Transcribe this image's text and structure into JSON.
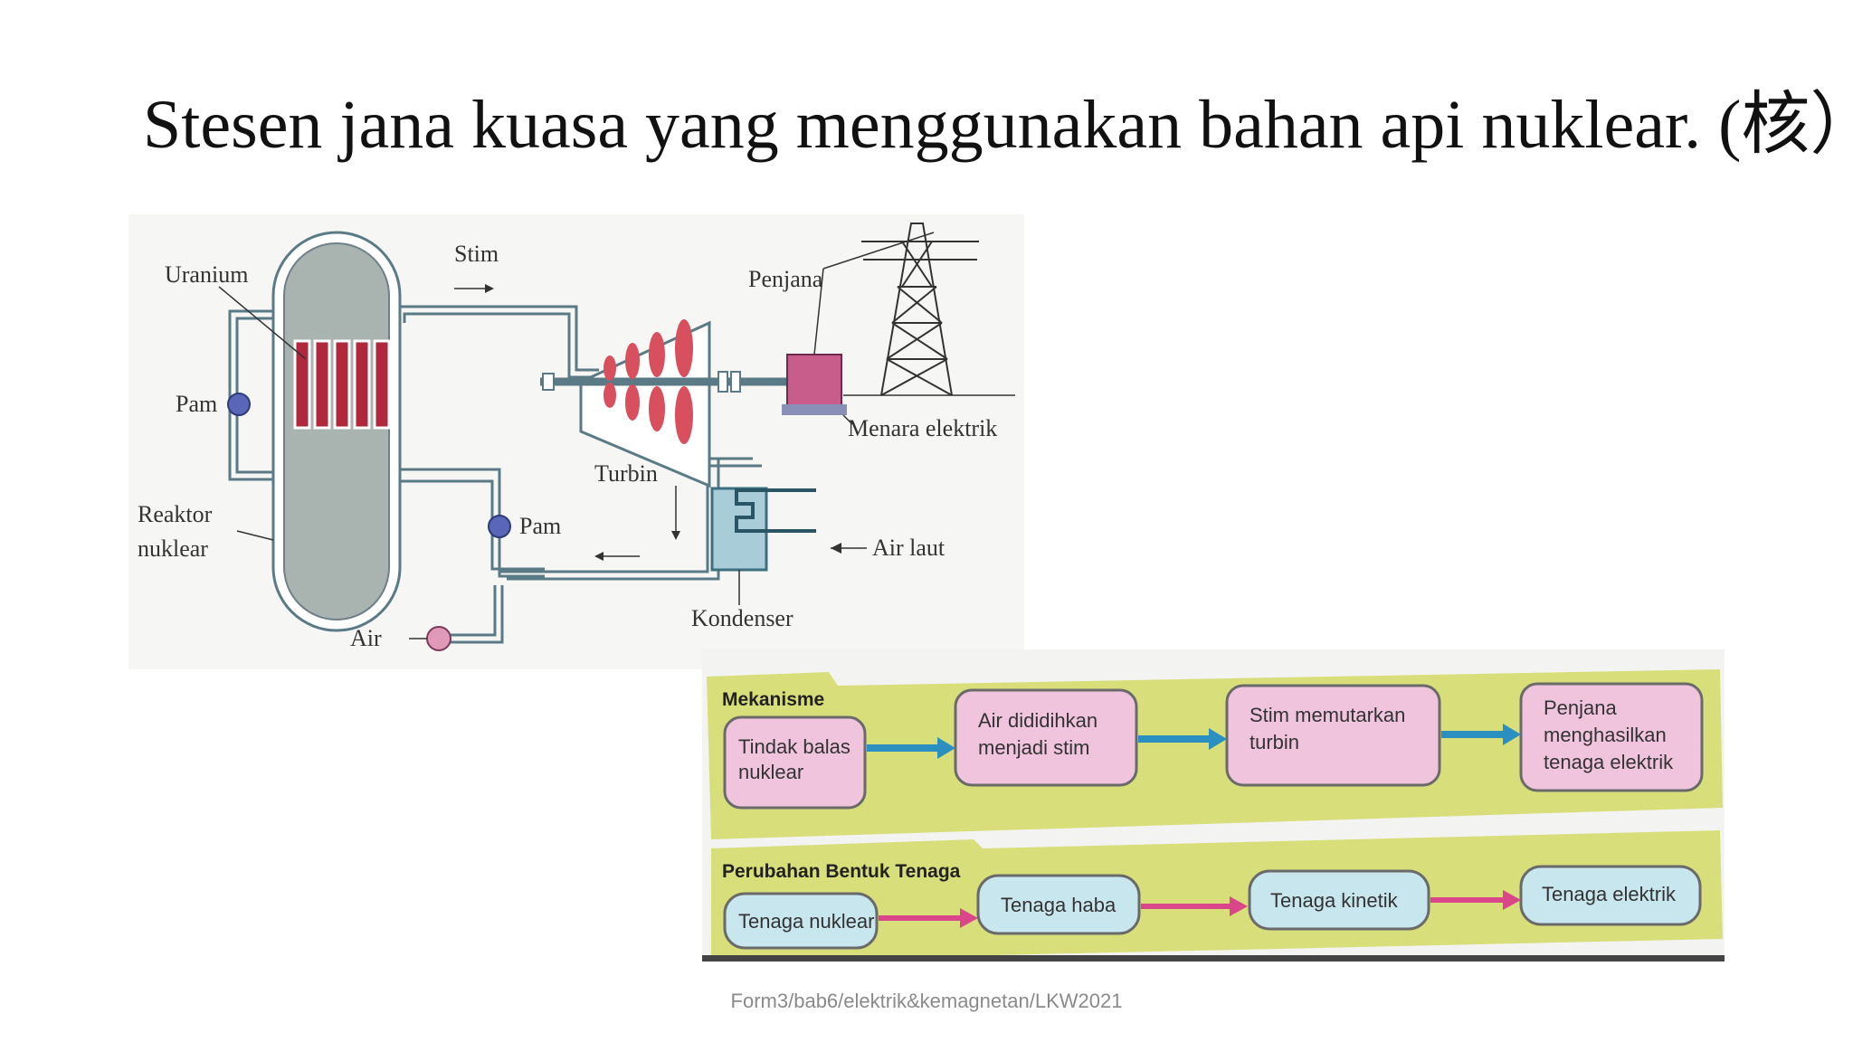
{
  "slide": {
    "title": "Stesen jana kuasa yang menggunakan bahan api nuklear. (核）",
    "footer": "Form3/bab6/elektrik&kemagnetan/LKW2021"
  },
  "diagram": {
    "labels": {
      "uranium": "Uranium",
      "stim": "Stim",
      "penjana": "Penjana",
      "pam_left": "Pam",
      "menara": "Menara elektrik",
      "turbin": "Turbin",
      "reaktor_1": "Reaktor",
      "reaktor_2": "nuklear",
      "pam_mid": "Pam",
      "air_laut": "Air laut",
      "kondenser": "Kondenser",
      "air": "Air"
    }
  },
  "flow": {
    "mekanisme_title": "Mekanisme",
    "mekanisme": [
      [
        "Tindak balas",
        "nuklear"
      ],
      [
        "Air dididihkan",
        "menjadi stim"
      ],
      [
        "Stim memutarkan",
        "turbin"
      ],
      [
        "Penjana",
        "menghasilkan",
        "tenaga elektrik"
      ]
    ],
    "perubahan_title": "Perubahan Bentuk Tenaga",
    "perubahan": [
      "Tenaga nuklear",
      "Tenaga haba",
      "Tenaga kinetik",
      "Tenaga elektrik"
    ],
    "colors": {
      "band": "#d8df7a",
      "pink_box": "#f0c4dc",
      "blue_box": "#c8e6ee",
      "blue_arrow": "#2b8fc0",
      "pink_arrow": "#d9468a"
    }
  }
}
